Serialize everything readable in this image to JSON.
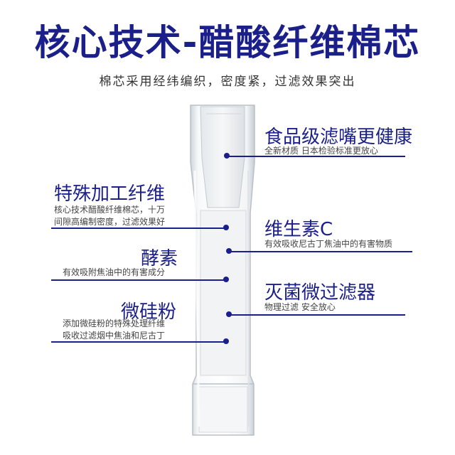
{
  "title": "核心技术-醋酸纤维棉芯",
  "subtitle": "棉芯采用经纬编织，密度紧，过滤效果突出",
  "features": {
    "food_grade": {
      "heading": "食品级滤嘴更健康",
      "desc": "全新材质 日本检验标准更放心"
    },
    "special_fiber": {
      "heading": "特殊加工纤维",
      "desc_line1": "核心技术醋酸纤维棉芯，十万",
      "desc_line2": "间隙高编制密度，过滤效果好"
    },
    "vitamin_c": {
      "heading": "维生素C",
      "desc": "有效吸收尼古丁焦油中的有害物质"
    },
    "enzyme": {
      "heading": "酵素",
      "desc": "有效吸附焦油中的有害成分"
    },
    "sterilization": {
      "heading": "灭菌微过滤器",
      "desc": "物理过滤 安全放心"
    },
    "micro_silicon": {
      "heading": "微硅粉",
      "desc_line1": "添加微硅粉的特殊处理纤维",
      "desc_line2": "吸收过滤烟中焦油和尼古丁"
    }
  },
  "colors": {
    "accent": "#1b1f8a",
    "text": "#333333"
  }
}
